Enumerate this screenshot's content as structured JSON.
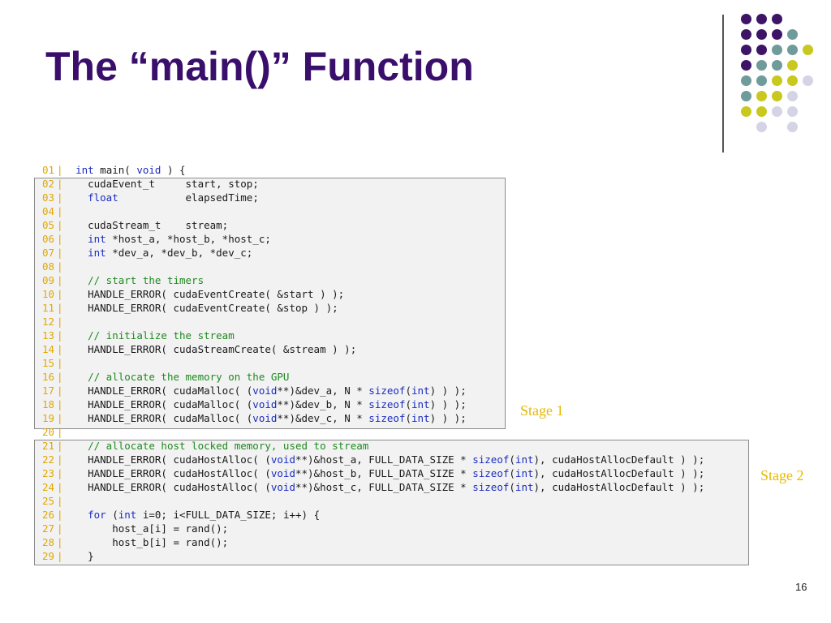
{
  "slide": {
    "title": "The “main()” Function",
    "page_number": "16"
  },
  "stages": {
    "stage1": "Stage 1",
    "stage2": "Stage 2"
  },
  "colors": {
    "title": "#3a0f6b",
    "dot_purple": "#3d1466",
    "dot_teal": "#6f9b9b",
    "dot_yellow": "#c8c81e",
    "dot_lavender": "#d4d4e6",
    "line_number": "#e0a800",
    "keyword": "#1a2cc0",
    "comment": "#1e8a1e",
    "stage_label": "#e6b800"
  },
  "code_lines": [
    {
      "num": "01",
      "tokens": [
        {
          "t": "  "
        },
        {
          "t": "int",
          "c": "kw"
        },
        {
          "t": " main( "
        },
        {
          "t": "void",
          "c": "kw"
        },
        {
          "t": " ) {"
        }
      ]
    },
    {
      "num": "02",
      "tokens": [
        {
          "t": "    cudaEvent_t     start, stop;"
        }
      ]
    },
    {
      "num": "03",
      "tokens": [
        {
          "t": "    "
        },
        {
          "t": "float",
          "c": "kw"
        },
        {
          "t": "           elapsedTime;"
        }
      ]
    },
    {
      "num": "04",
      "tokens": []
    },
    {
      "num": "05",
      "tokens": [
        {
          "t": "    cudaStream_t    stream;"
        }
      ]
    },
    {
      "num": "06",
      "tokens": [
        {
          "t": "    "
        },
        {
          "t": "int",
          "c": "kw"
        },
        {
          "t": " *host_a, *host_b, *host_c;"
        }
      ]
    },
    {
      "num": "07",
      "tokens": [
        {
          "t": "    "
        },
        {
          "t": "int",
          "c": "kw"
        },
        {
          "t": " *dev_a, *dev_b, *dev_c;"
        }
      ]
    },
    {
      "num": "08",
      "tokens": []
    },
    {
      "num": "09",
      "tokens": [
        {
          "t": "    "
        },
        {
          "t": "// start the timers",
          "c": "cm"
        }
      ]
    },
    {
      "num": "10",
      "tokens": [
        {
          "t": "    HANDLE_ERROR( cudaEventCreate( &start ) );"
        }
      ]
    },
    {
      "num": "11",
      "tokens": [
        {
          "t": "    HANDLE_ERROR( cudaEventCreate( &stop ) );"
        }
      ]
    },
    {
      "num": "12",
      "tokens": []
    },
    {
      "num": "13",
      "tokens": [
        {
          "t": "    "
        },
        {
          "t": "// initialize the stream",
          "c": "cm"
        }
      ]
    },
    {
      "num": "14",
      "tokens": [
        {
          "t": "    HANDLE_ERROR( cudaStreamCreate( &stream ) );"
        }
      ]
    },
    {
      "num": "15",
      "tokens": []
    },
    {
      "num": "16",
      "tokens": [
        {
          "t": "    "
        },
        {
          "t": "// allocate the memory on the GPU",
          "c": "cm"
        }
      ]
    },
    {
      "num": "17",
      "tokens": [
        {
          "t": "    HANDLE_ERROR( cudaMalloc( ("
        },
        {
          "t": "void",
          "c": "kw"
        },
        {
          "t": "**)&dev_a, N * "
        },
        {
          "t": "sizeof",
          "c": "kw"
        },
        {
          "t": "("
        },
        {
          "t": "int",
          "c": "kw"
        },
        {
          "t": ") ) );"
        }
      ]
    },
    {
      "num": "18",
      "tokens": [
        {
          "t": "    HANDLE_ERROR( cudaMalloc( ("
        },
        {
          "t": "void",
          "c": "kw"
        },
        {
          "t": "**)&dev_b, N * "
        },
        {
          "t": "sizeof",
          "c": "kw"
        },
        {
          "t": "("
        },
        {
          "t": "int",
          "c": "kw"
        },
        {
          "t": ") ) );"
        }
      ]
    },
    {
      "num": "19",
      "tokens": [
        {
          "t": "    HANDLE_ERROR( cudaMalloc( ("
        },
        {
          "t": "void",
          "c": "kw"
        },
        {
          "t": "**)&dev_c, N * "
        },
        {
          "t": "sizeof",
          "c": "kw"
        },
        {
          "t": "("
        },
        {
          "t": "int",
          "c": "kw"
        },
        {
          "t": ") ) );"
        }
      ]
    },
    {
      "num": "20",
      "tokens": []
    },
    {
      "num": "21",
      "tokens": [
        {
          "t": "    "
        },
        {
          "t": "// allocate host locked memory, used to stream",
          "c": "cm"
        }
      ]
    },
    {
      "num": "22",
      "tokens": [
        {
          "t": "    HANDLE_ERROR( cudaHostAlloc( ("
        },
        {
          "t": "void",
          "c": "kw"
        },
        {
          "t": "**)&host_a, FULL_DATA_SIZE * "
        },
        {
          "t": "sizeof",
          "c": "kw"
        },
        {
          "t": "("
        },
        {
          "t": "int",
          "c": "kw"
        },
        {
          "t": "), cudaHostAllocDefault ) );"
        }
      ]
    },
    {
      "num": "23",
      "tokens": [
        {
          "t": "    HANDLE_ERROR( cudaHostAlloc( ("
        },
        {
          "t": "void",
          "c": "kw"
        },
        {
          "t": "**)&host_b, FULL_DATA_SIZE * "
        },
        {
          "t": "sizeof",
          "c": "kw"
        },
        {
          "t": "("
        },
        {
          "t": "int",
          "c": "kw"
        },
        {
          "t": "), cudaHostAllocDefault ) );"
        }
      ]
    },
    {
      "num": "24",
      "tokens": [
        {
          "t": "    HANDLE_ERROR( cudaHostAlloc( ("
        },
        {
          "t": "void",
          "c": "kw"
        },
        {
          "t": "**)&host_c, FULL_DATA_SIZE * "
        },
        {
          "t": "sizeof",
          "c": "kw"
        },
        {
          "t": "("
        },
        {
          "t": "int",
          "c": "kw"
        },
        {
          "t": "), cudaHostAllocDefault ) );"
        }
      ]
    },
    {
      "num": "25",
      "tokens": []
    },
    {
      "num": "26",
      "tokens": [
        {
          "t": "    "
        },
        {
          "t": "for",
          "c": "kw"
        },
        {
          "t": " ("
        },
        {
          "t": "int",
          "c": "kw"
        },
        {
          "t": " i=0; i<FULL_DATA_SIZE; i++) {"
        }
      ]
    },
    {
      "num": "27",
      "tokens": [
        {
          "t": "        host_a[i] = rand();"
        }
      ]
    },
    {
      "num": "28",
      "tokens": [
        {
          "t": "        host_b[i] = rand();"
        }
      ]
    },
    {
      "num": "29",
      "tokens": [
        {
          "t": "    }"
        }
      ]
    }
  ]
}
